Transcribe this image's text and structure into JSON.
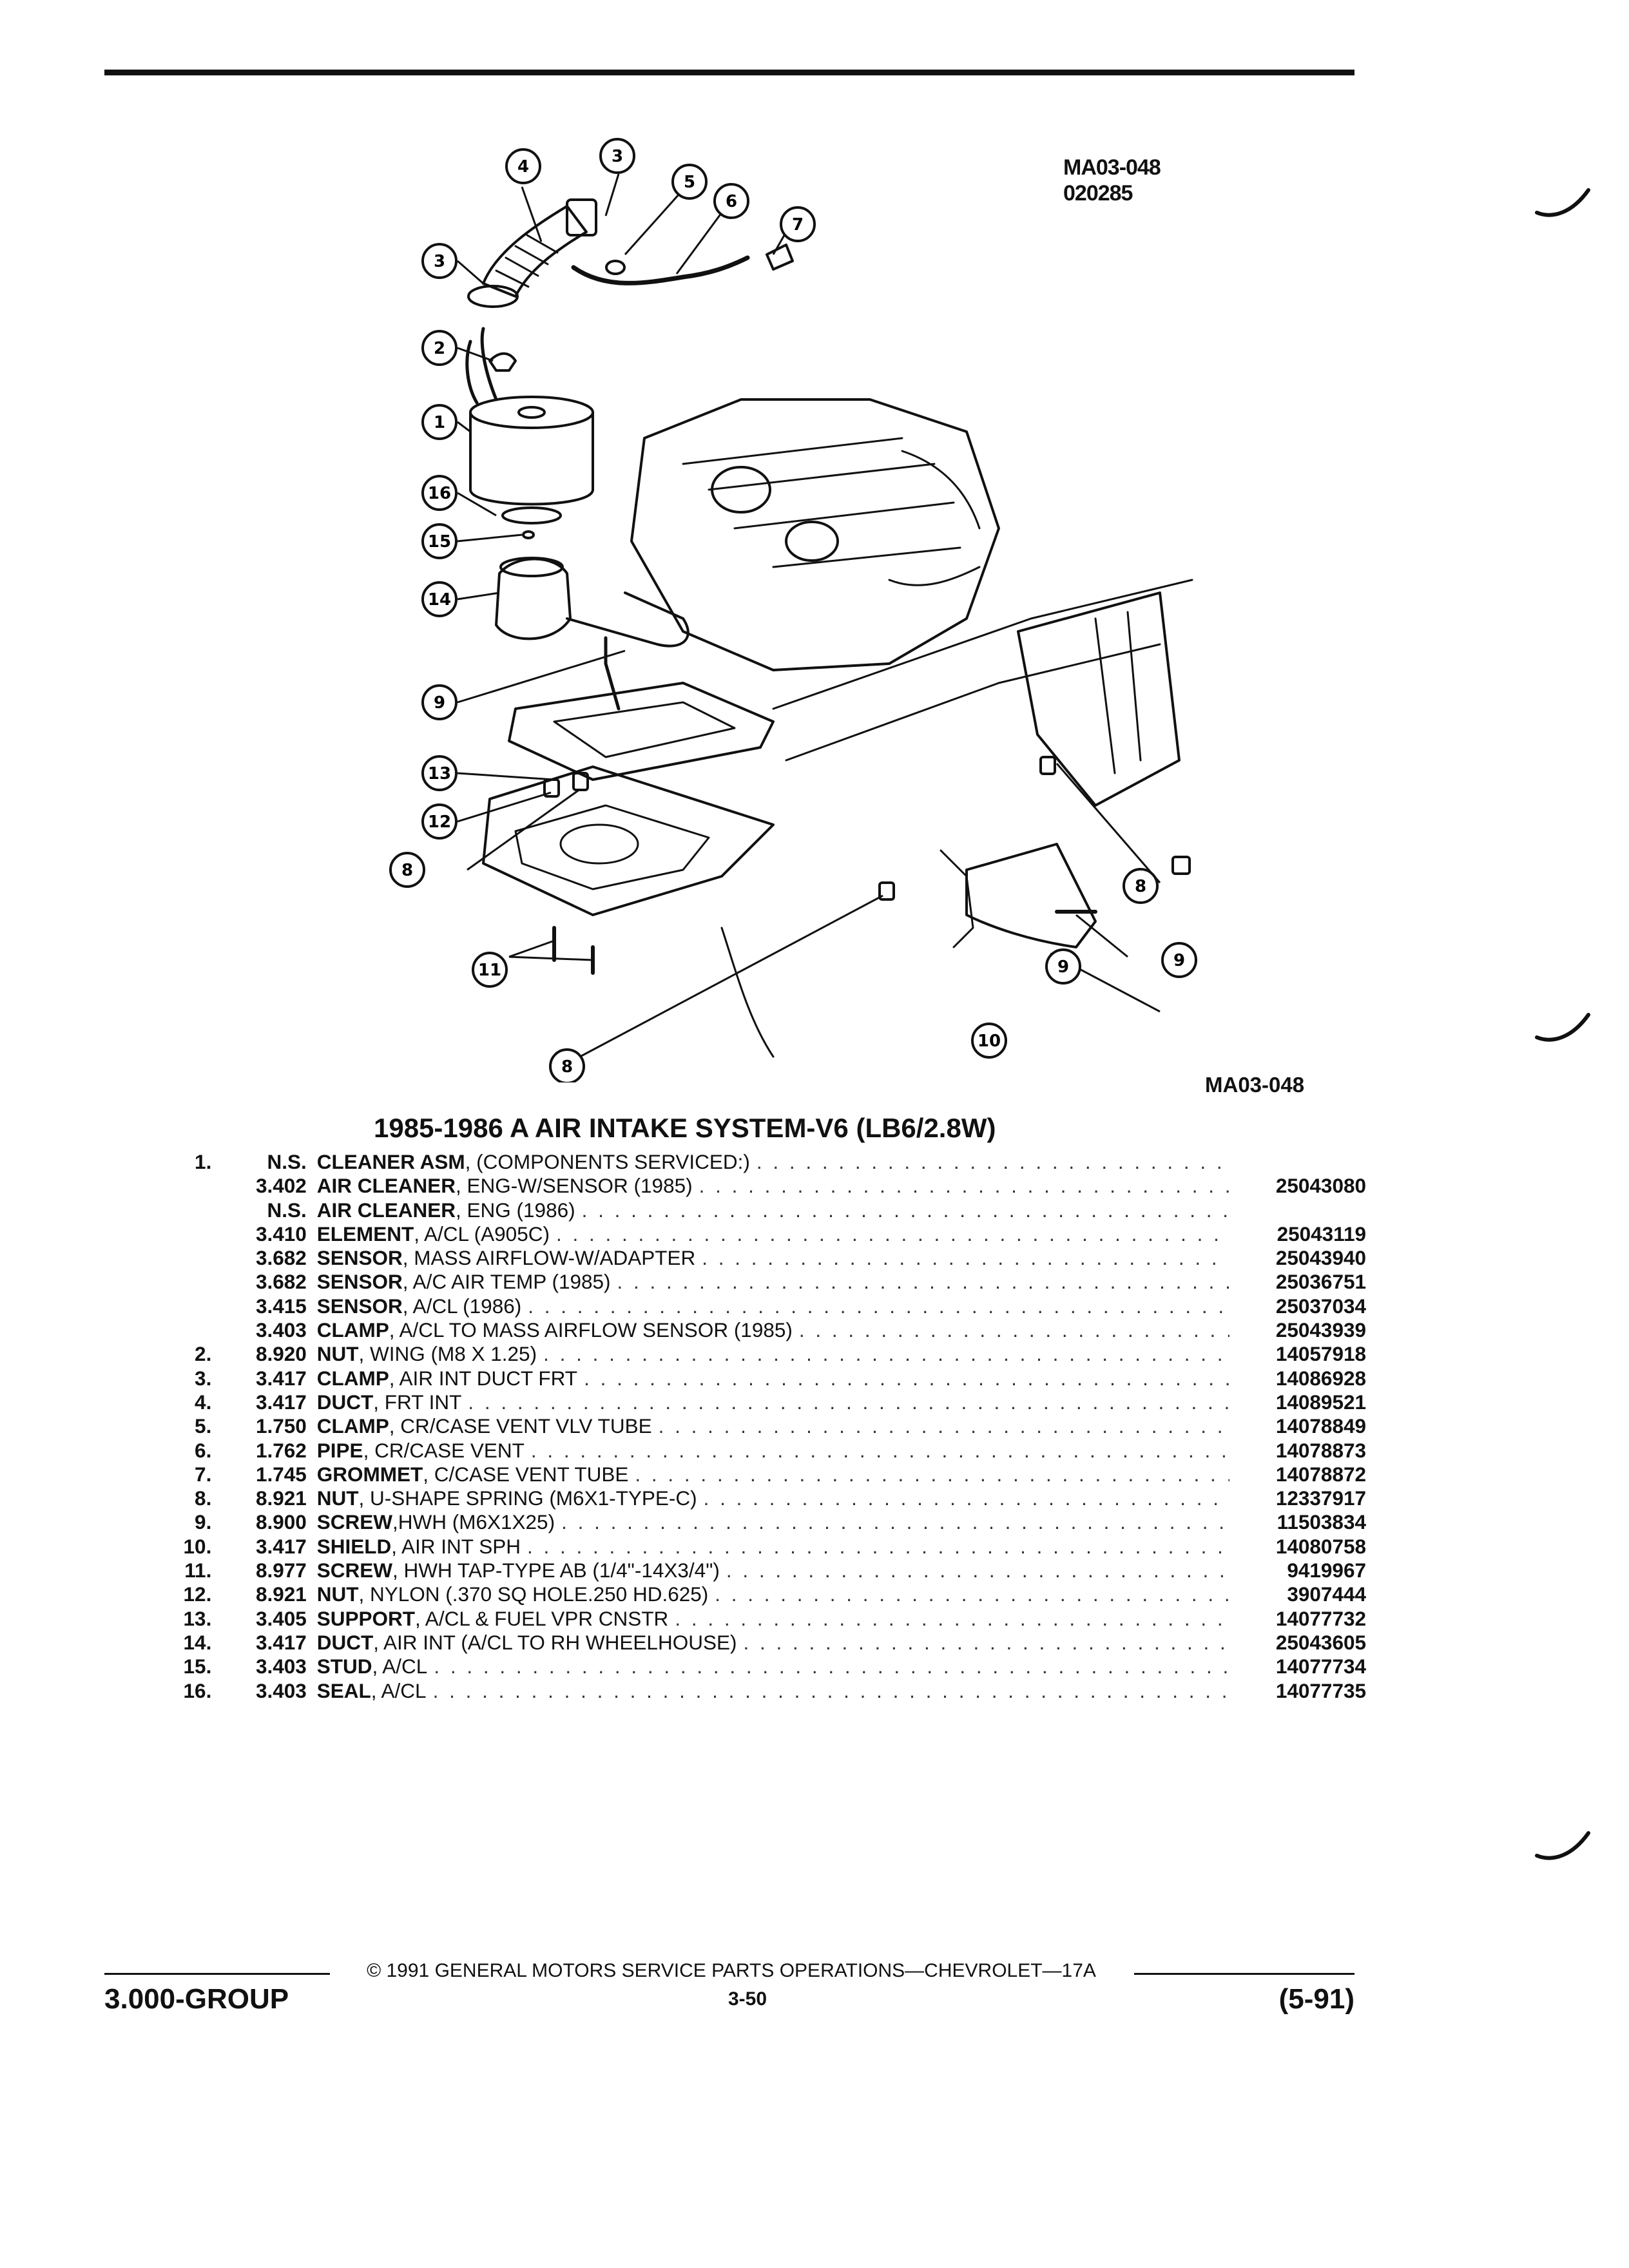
{
  "header": {
    "ref_code_1": "MA03-048",
    "ref_code_2": "020285"
  },
  "diagram": {
    "callouts": [
      "1",
      "2",
      "3",
      "3",
      "4",
      "5",
      "6",
      "7",
      "8",
      "8",
      "8",
      "9",
      "9",
      "9",
      "10",
      "11",
      "12",
      "13",
      "14",
      "15",
      "16"
    ],
    "figure_ref": "MA03-048"
  },
  "section": {
    "title": "1985-1986 A AIR INTAKE SYSTEM-V6 (LB6/2.8W)"
  },
  "parts": [
    {
      "key": "1.",
      "code": "N.S.",
      "name": "CLEANER ASM",
      "detail": ", (COMPONENTS SERVICED:)",
      "part": ""
    },
    {
      "key": "",
      "code": "3.402",
      "name": "AIR CLEANER",
      "detail": ", ENG-W/SENSOR (1985)",
      "part": "25043080"
    },
    {
      "key": "",
      "code": "N.S.",
      "name": "AIR CLEANER",
      "detail": ", ENG (1986)",
      "part": ""
    },
    {
      "key": "",
      "code": "3.410",
      "name": "ELEMENT",
      "detail": ", A/CL (A905C)",
      "part": "25043119"
    },
    {
      "key": "",
      "code": "3.682",
      "name": "SENSOR",
      "detail": ", MASS AIRFLOW-W/ADAPTER",
      "part": "25043940"
    },
    {
      "key": "",
      "code": "3.682",
      "name": "SENSOR",
      "detail": ", A/C AIR TEMP (1985)",
      "part": "25036751"
    },
    {
      "key": "",
      "code": "3.415",
      "name": "SENSOR",
      "detail": ", A/CL (1986)",
      "part": "25037034"
    },
    {
      "key": "",
      "code": "3.403",
      "name": "CLAMP",
      "detail": ", A/CL TO MASS AIRFLOW SENSOR (1985)",
      "part": "25043939"
    },
    {
      "key": "2.",
      "code": "8.920",
      "name": "NUT",
      "detail": ", WING (M8 X 1.25)",
      "part": "14057918"
    },
    {
      "key": "3.",
      "code": "3.417",
      "name": "CLAMP",
      "detail": ", AIR INT DUCT FRT",
      "part": "14086928"
    },
    {
      "key": "4.",
      "code": "3.417",
      "name": "DUCT",
      "detail": ", FRT INT",
      "part": "14089521"
    },
    {
      "key": "5.",
      "code": "1.750",
      "name": "CLAMP",
      "detail": ", CR/CASE VENT VLV TUBE",
      "part": "14078849"
    },
    {
      "key": "6.",
      "code": "1.762",
      "name": "PIPE",
      "detail": ", CR/CASE VENT",
      "part": "14078873"
    },
    {
      "key": "7.",
      "code": "1.745",
      "name": "GROMMET",
      "detail": ", C/CASE VENT TUBE",
      "part": "14078872"
    },
    {
      "key": "8.",
      "code": "8.921",
      "name": "NUT",
      "detail": ", U-SHAPE SPRING (M6X1-TYPE-C)",
      "part": "12337917"
    },
    {
      "key": "9.",
      "code": "8.900",
      "name": "SCREW",
      "detail": " ,HWH (M6X1X25)",
      "part": "11503834"
    },
    {
      "key": "10.",
      "code": "3.417",
      "name": "SHIELD",
      "detail": ", AIR INT SPH",
      "part": "14080758"
    },
    {
      "key": "11.",
      "code": "8.977",
      "name": "SCREW",
      "detail": ", HWH TAP-TYPE AB (1/4\"-14X3/4\")",
      "part": "9419967"
    },
    {
      "key": "12.",
      "code": "8.921",
      "name": "NUT",
      "detail": ", NYLON (.370 SQ HOLE.250 HD.625)",
      "part": "3907444"
    },
    {
      "key": "13.",
      "code": "3.405",
      "name": "SUPPORT",
      "detail": ", A/CL & FUEL VPR CNSTR",
      "part": "14077732"
    },
    {
      "key": "14.",
      "code": "3.417",
      "name": "DUCT",
      "detail": ", AIR INT (A/CL TO RH WHEELHOUSE)",
      "part": "25043605"
    },
    {
      "key": "15.",
      "code": "3.403",
      "name": "STUD",
      "detail": ", A/CL",
      "part": "14077734"
    },
    {
      "key": "16.",
      "code": "3.403",
      "name": "SEAL",
      "detail": ", A/CL",
      "part": "14077735"
    }
  ],
  "footer": {
    "copyright": "© 1991 GENERAL MOTORS SERVICE PARTS OPERATIONS—CHEVROLET—17A",
    "group": "3.000-GROUP",
    "page": "3-50",
    "date": "(5-91)"
  }
}
